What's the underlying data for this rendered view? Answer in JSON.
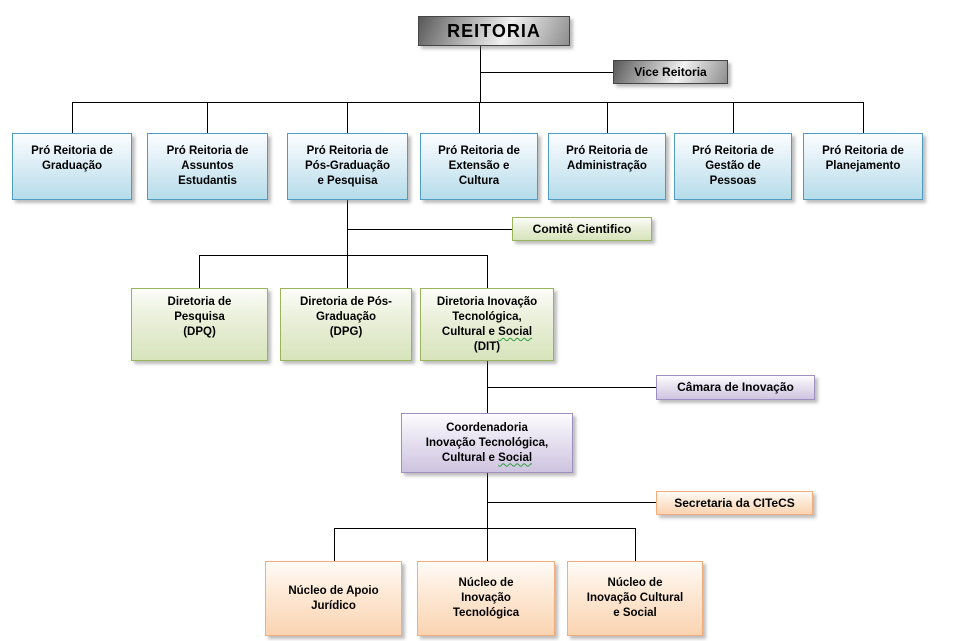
{
  "diagram": {
    "type": "org-chart",
    "reitoria": {
      "label": "REITORIA"
    },
    "vice_reitoria": {
      "label": "Vice Reitoria"
    },
    "pro_reitorias": [
      {
        "lines": [
          "Pró Reitoria de",
          "Graduação"
        ]
      },
      {
        "lines": [
          "Pró Reitoria de",
          "Assuntos",
          "Estudantis"
        ]
      },
      {
        "lines": [
          "Pró Reitoria de",
          "Pós-Graduação",
          "e Pesquisa"
        ]
      },
      {
        "lines": [
          "Pró Reitoria de",
          "Extensão e",
          "Cultura"
        ]
      },
      {
        "lines": [
          "Pró Reitoria de",
          "Administração"
        ]
      },
      {
        "lines": [
          "Pró Reitoria de",
          "Gestão de",
          "Pessoas"
        ]
      },
      {
        "lines": [
          "Pró Reitoria de",
          "Planejamento"
        ]
      }
    ],
    "comite_cientifico": {
      "label": "Comitê Cientifico"
    },
    "diretorias": [
      {
        "lines": [
          "Diretoria de",
          "Pesquisa",
          "(DPQ)"
        ]
      },
      {
        "lines": [
          "Diretoria de Pós-",
          "Graduação",
          "(DPG)"
        ]
      }
    ],
    "dit": {
      "top_lines": [
        "Diretoria Inovação",
        "Tecnológica,"
      ],
      "wavy_prefix": "Cultural e",
      "wavy_word": "Social",
      "suffix": "(DIT)"
    },
    "camara_inovacao": {
      "label": "Câmara de Inovação"
    },
    "coordenadoria": {
      "top_lines": [
        "Coordenadoria",
        "Inovação Tecnológica,"
      ],
      "wavy_prefix": "Cultural e",
      "wavy_word": "Social"
    },
    "secretaria": {
      "label": "Secretaria da CITeCS"
    },
    "nucleos": [
      {
        "lines": [
          "Núcleo de Apoio",
          "Jurídico"
        ]
      },
      {
        "lines": [
          "Núcleo de",
          "Inovação",
          "Tecnológica"
        ]
      },
      {
        "lines": [
          "Núcleo de",
          "Inovação Cultural",
          "e Social"
        ]
      }
    ],
    "colors": {
      "executive_gray": "#8d8d8d",
      "pro_reitoria_blue": "#b5dcea",
      "blue_border": "#4e9cc2",
      "diretoria_green": "#d7e4bb",
      "green_border": "#9ab45c",
      "coordenadoria_purple": "#cfc4e0",
      "purple_border": "#9d8fc0",
      "nucleo_orange": "#fad4b2",
      "orange_border": "#f3ad7a",
      "connector_black": "#000000",
      "spellcheck_green": "#2e9e3e"
    }
  }
}
